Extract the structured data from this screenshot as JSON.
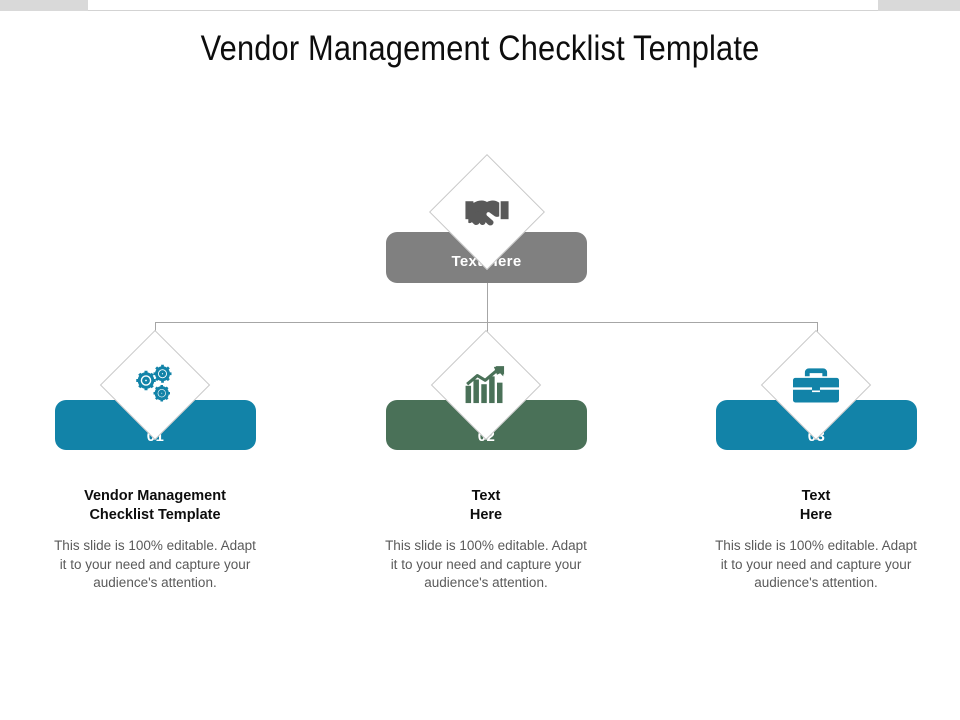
{
  "slide": {
    "title": "Vendor Management Checklist Template",
    "background": "#ffffff"
  },
  "chrome": {
    "topbar_left": "",
    "topbar_right": "",
    "rule": ""
  },
  "colors": {
    "root": "#808080",
    "node_blue": "#1283a8",
    "node_green": "#4a7158",
    "connector": "#a6a6a6",
    "diamond_border": "#c8c8c8",
    "title_text": "#0d0d0d",
    "body_text": "#5a5a5a",
    "chrome_gray": "#d9d9d9"
  },
  "diagram": {
    "root": {
      "label": "Text Here",
      "icon": "handshake-icon",
      "icon_color": "#595959",
      "box_color": "#808080"
    },
    "children": [
      {
        "number": "01",
        "icon": "gears-icon",
        "icon_color": "#1283a8",
        "box_color": "#1283a8",
        "heading": "Vendor Management\nChecklist Template",
        "body": "This slide is 100% editable. Adapt it to your need and capture your audience's attention."
      },
      {
        "number": "02",
        "icon": "bar-chart-growth-icon",
        "icon_color": "#4a7158",
        "box_color": "#4a7158",
        "heading": "Text\nHere",
        "body": "This slide is 100% editable. Adapt it to your need and capture your audience's attention."
      },
      {
        "number": "03",
        "icon": "briefcase-icon",
        "icon_color": "#1283a8",
        "box_color": "#1283a8",
        "heading": "Text\nHere",
        "body": "This slide is 100% editable. Adapt it to your need and capture your audience's attention."
      }
    ]
  }
}
